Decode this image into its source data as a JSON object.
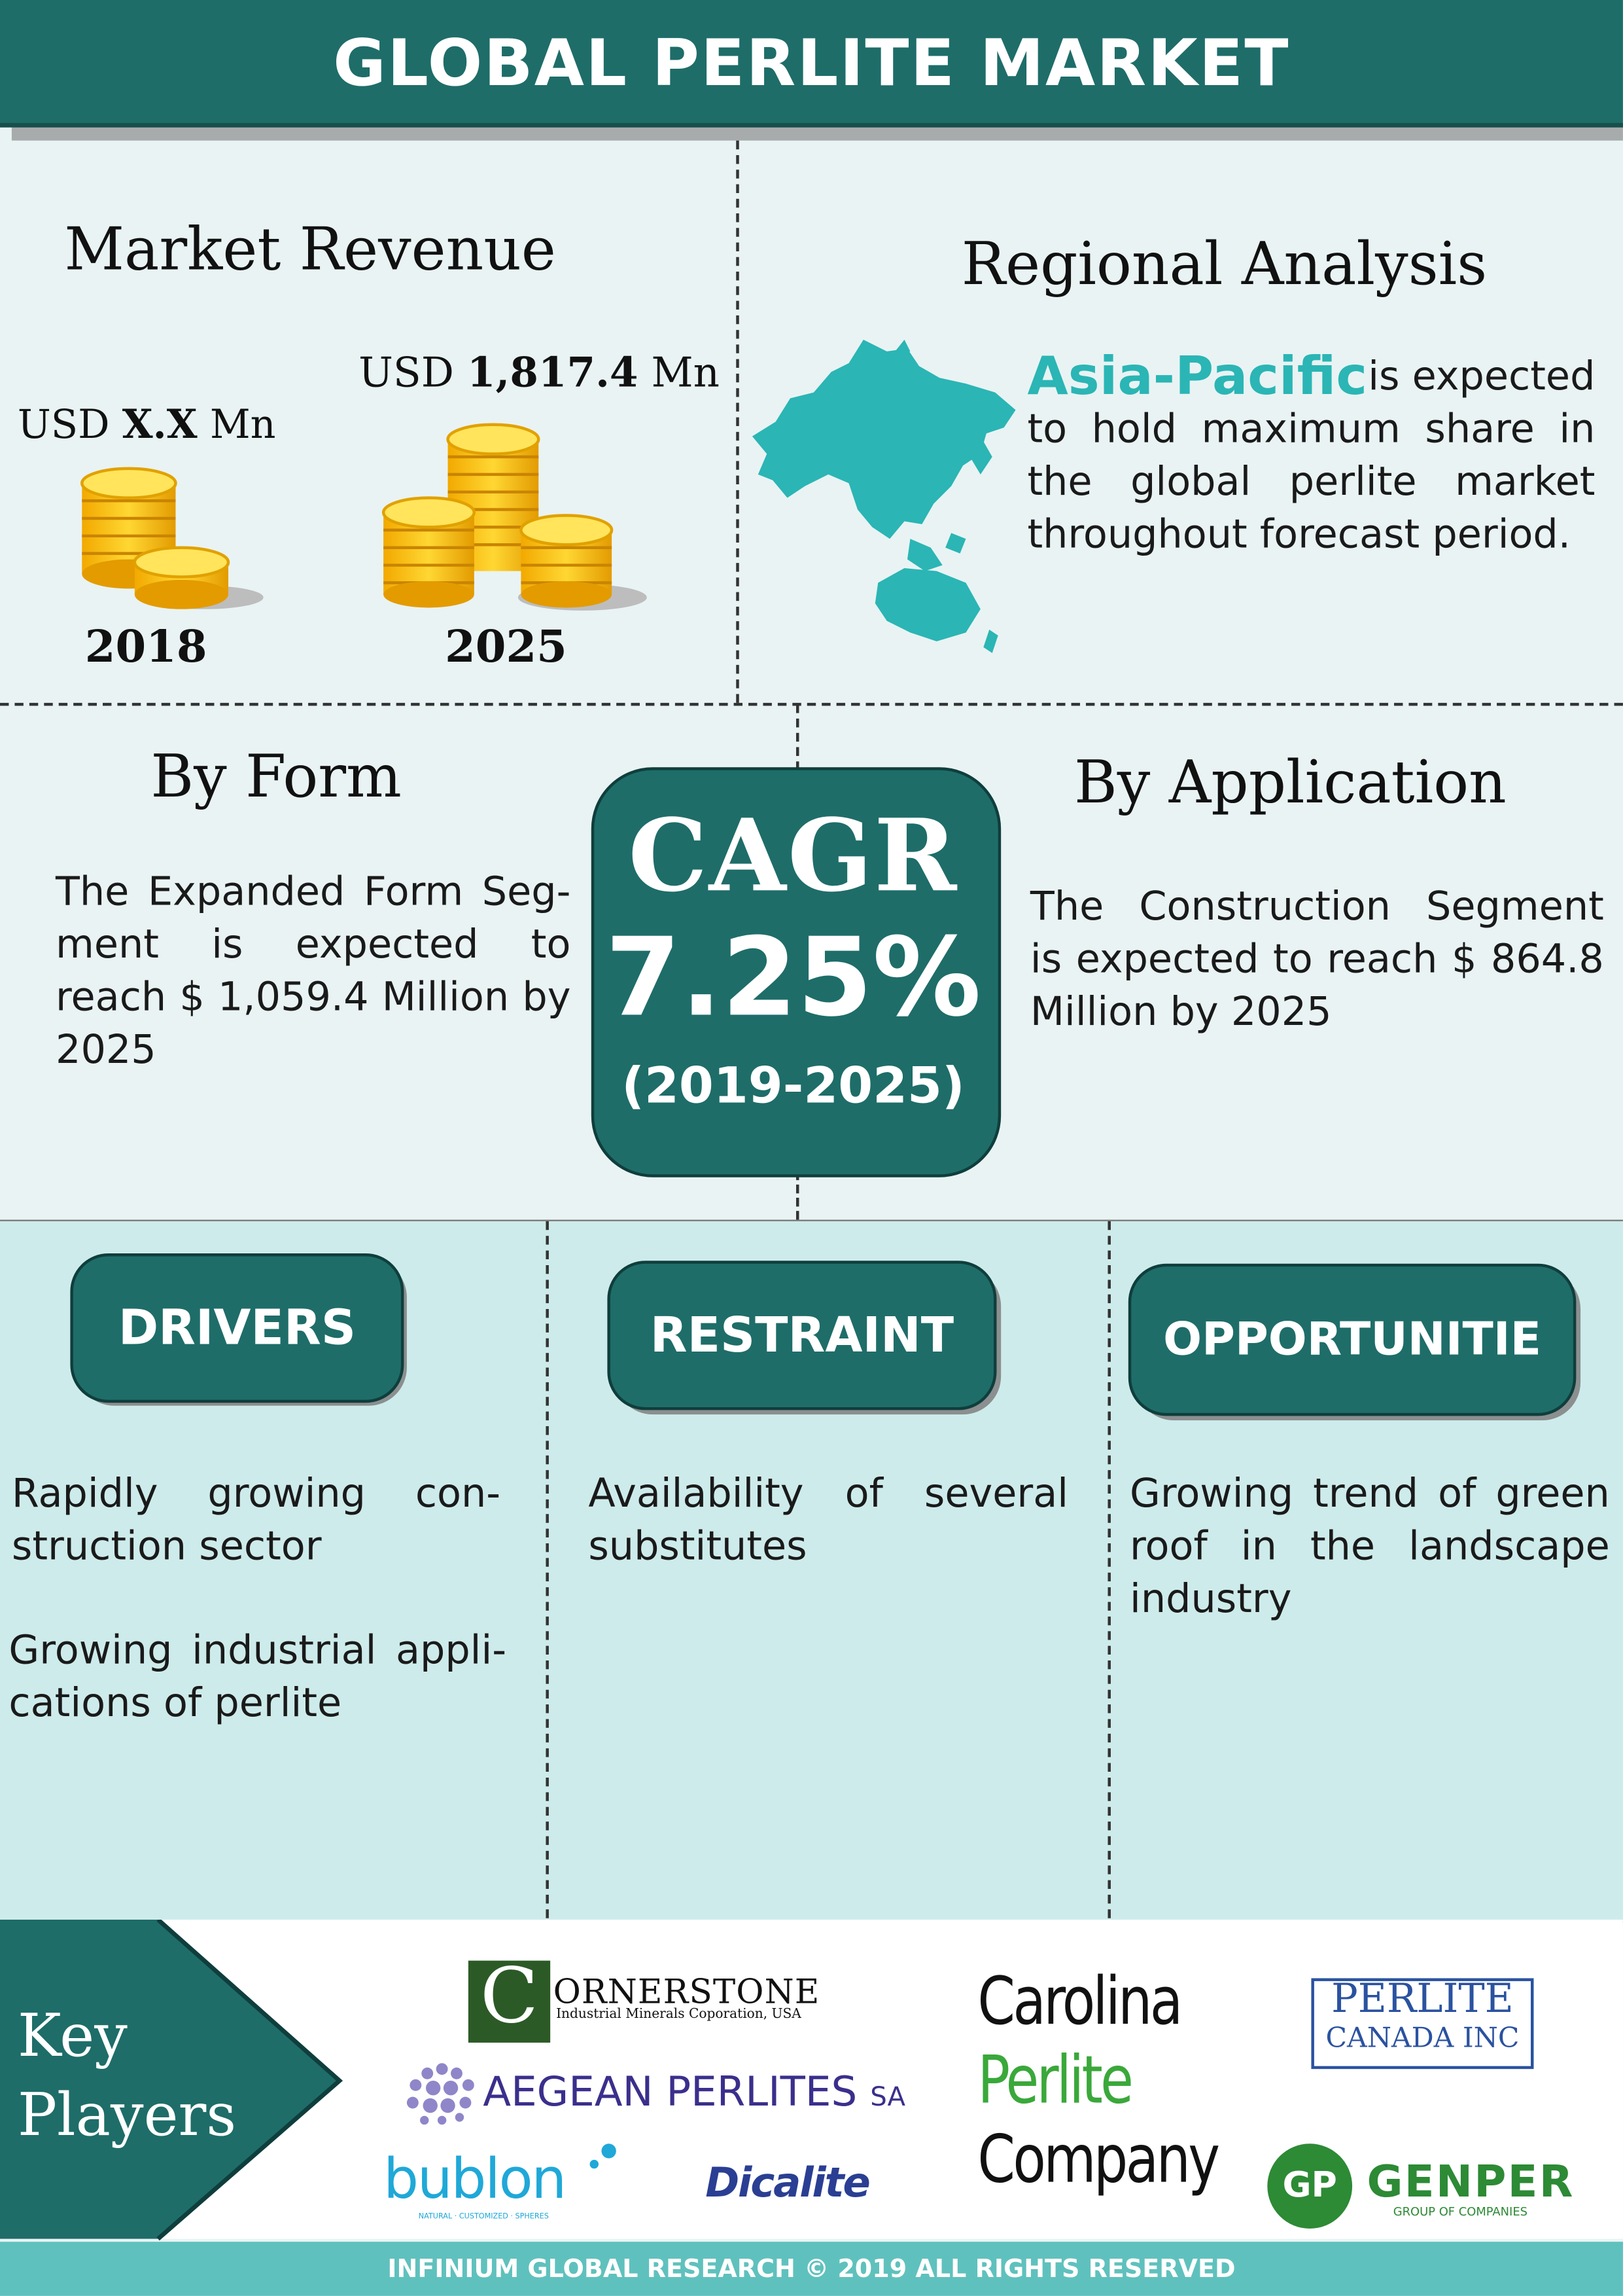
{
  "header": {
    "title": "GLOBAL PERLITE MARKET"
  },
  "market_revenue": {
    "title": "Market Revenue",
    "y2018": {
      "prefix": "USD",
      "value": "X.X",
      "suffix": "Mn",
      "year": "2018"
    },
    "y2025": {
      "prefix": "USD",
      "value": "1,817.4",
      "suffix": "Mn",
      "year": "2025"
    }
  },
  "regional": {
    "title": "Regional Analysis",
    "highlight": "Asia-Pacific",
    "lines": [
      "is expected",
      "to hold maximum share in",
      "the global perlite market",
      "throughout forecast period."
    ],
    "map_color": "#2bb5b5"
  },
  "by_form": {
    "title": "By Form",
    "lines": [
      "The Expanded Form Seg-",
      "ment is expected to",
      "reach $ 1,059.4 Million by",
      "2025"
    ]
  },
  "cagr": {
    "label": "CAGR",
    "value": "7.25%",
    "period": "(2019-2025)"
  },
  "by_application": {
    "title": "By Application",
    "lines": [
      "The Construction Segment",
      "is expected to reach $ 864.8",
      "Million by 2025"
    ]
  },
  "drivers": {
    "label": "DRIVERS",
    "items": [
      [
        "Rapidly growing con-",
        "struction sector"
      ],
      [
        "Growing industrial appli-",
        "cations of perlite"
      ]
    ]
  },
  "restraint": {
    "label": "RESTRAINT",
    "items": [
      [
        "Availability of several",
        "substitutes"
      ]
    ]
  },
  "opportunities": {
    "label": "OPPORTUNITIE",
    "items": [
      [
        "Growing trend of green",
        "roof in the landscape",
        "industry"
      ]
    ]
  },
  "key_players": {
    "label_line1": "Key",
    "label_line2": "Players",
    "cornerstone": {
      "initial": "C",
      "name": "ORNERSTONE",
      "sub": "Industrial Minerals Coporation, USA"
    },
    "aegean": {
      "name": "AEGEAN PERLITES",
      "suffix": "SA"
    },
    "bublon": {
      "name": "bublon",
      "sub": "NATURAL · CUSTOMIZED · SPHERES"
    },
    "dicalite": {
      "name": "Dicalite"
    },
    "carolina": {
      "line1": "Carolina",
      "line2": "Perlite",
      "line3": "Company"
    },
    "perlite_canada": {
      "line1": "PERLITE",
      "line2": "CANADA INC"
    },
    "genper": {
      "mark": "GP",
      "name": "GENPER",
      "sub": "GROUP OF COMPANIES"
    }
  },
  "footer": {
    "text": "INFINIUM GLOBAL RESEARCH © 2019 ALL RIGHTS RESERVED"
  }
}
